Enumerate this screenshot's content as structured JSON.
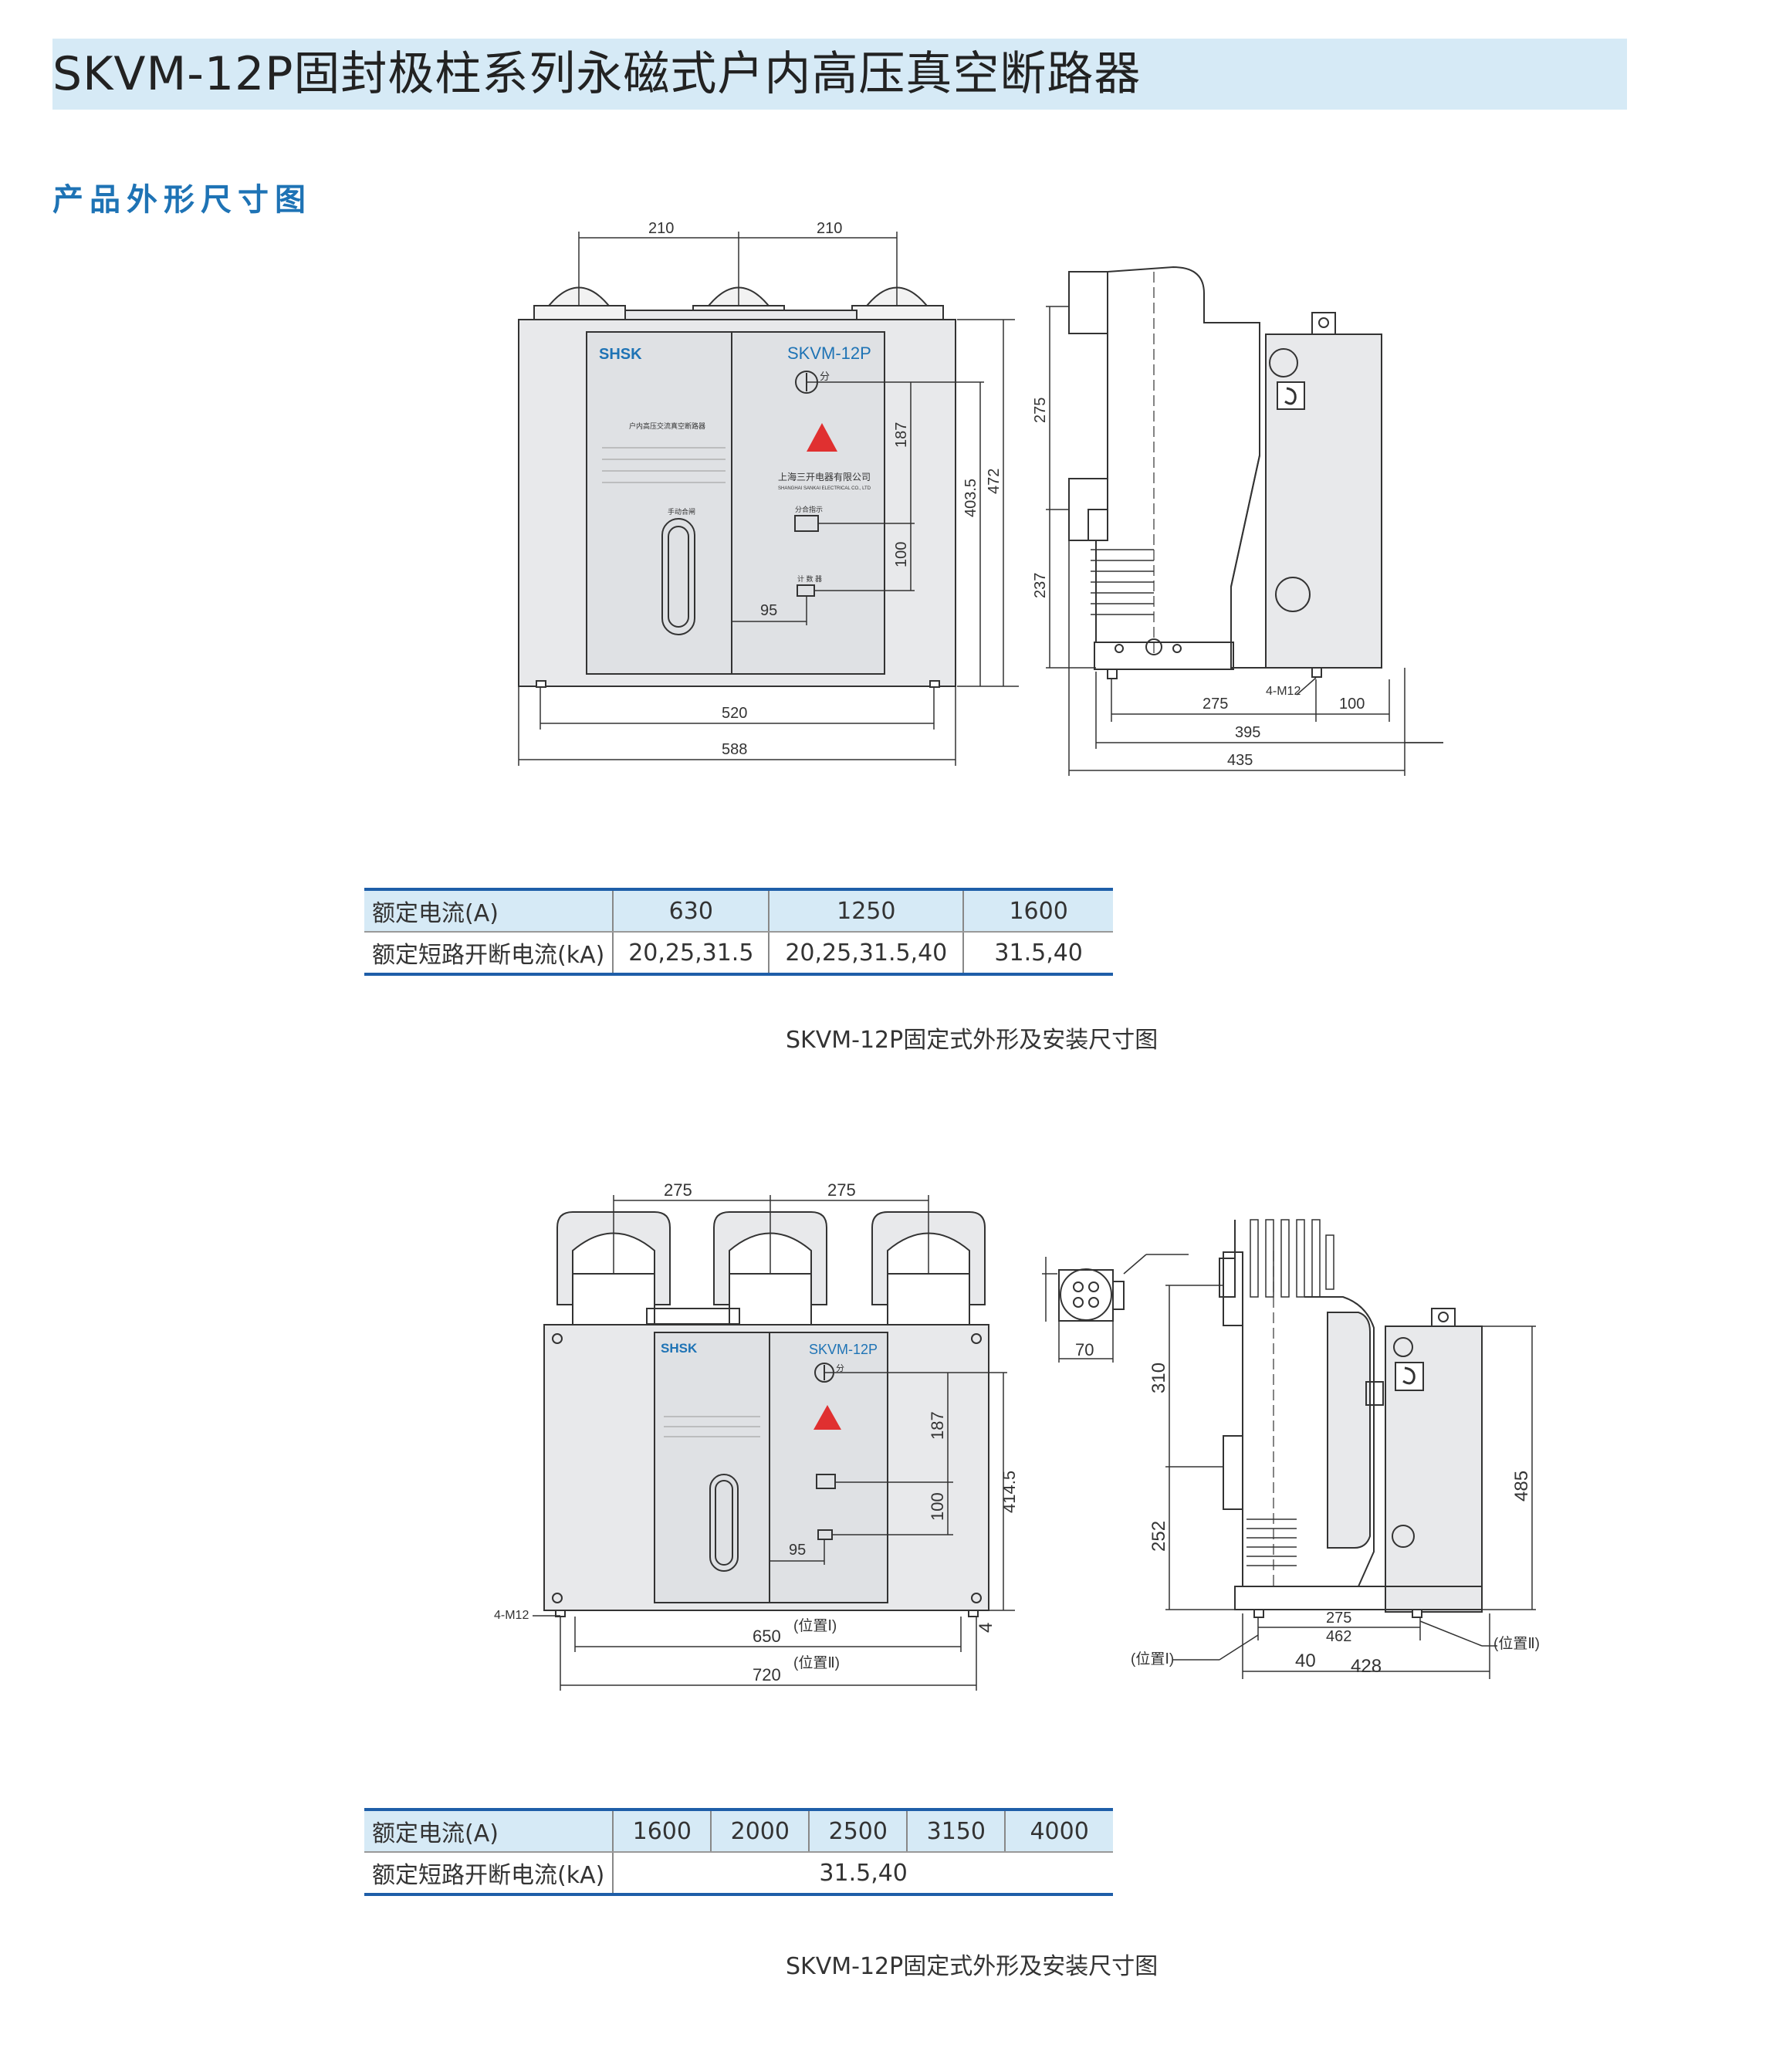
{
  "header": {
    "title": "SKVM-12P固封极柱系列永磁式户内高压真空断路器",
    "section": "产品外形尺寸图"
  },
  "figure1": {
    "brand": "SHSK",
    "model": "SKVM-12P",
    "open_mark": "分",
    "nameplate_title": "户内高压交流真空断路器",
    "company": "上海三开电器有限公司",
    "company_en": "SHANGHAI SANKAI ELECTRICAL CO., LTD",
    "manual_label": "手动合闸",
    "indicator_label": "分合指示",
    "counter_label": "计 数 器",
    "dims": {
      "top_left": "210",
      "top_right": "210",
      "h187": "187",
      "h100": "100",
      "w95": "95",
      "h403": "403.5",
      "h472": "472",
      "w520": "520",
      "w588": "588",
      "s275v": "275",
      "s237": "237",
      "s275h": "275",
      "s100": "100",
      "s395": "395",
      "s435": "435",
      "bolt": "4-M12"
    }
  },
  "table1": {
    "rows": [
      {
        "label": "额定电流(A)",
        "cells": [
          "630",
          "1250",
          "1600"
        ]
      },
      {
        "label": "额定短路开断电流(kA)",
        "cells": [
          "20,25,31.5",
          "20,25,31.5,40",
          "31.5,40"
        ]
      }
    ]
  },
  "caption1": "SKVM-12P固定式外形及安装尺寸图",
  "figure2": {
    "brand": "SHSK",
    "model": "SKVM-12P",
    "open_mark": "分",
    "dims": {
      "top_left": "275",
      "top_right": "275",
      "h187": "187",
      "h100": "100",
      "w95": "95",
      "h414": "414.5",
      "w650": "650",
      "w720": "720",
      "bolt": "4-M12",
      "pos1": "(位置Ⅰ)",
      "pos2": "(位置Ⅱ)",
      "h4": "4",
      "w70": "70",
      "s310": "310",
      "s252": "252",
      "s485": "485",
      "s275": "275",
      "s462": "462",
      "s40": "40",
      "s428": "428"
    }
  },
  "table2": {
    "head_label": "额定电流(A)",
    "head_cells": [
      "1600",
      "2000",
      "2500",
      "3150",
      "4000"
    ],
    "row_label": "额定短路开断电流(kA)",
    "row_value": "31.5,40"
  },
  "caption2": "SKVM-12P固定式外形及安装尺寸图",
  "colors": {
    "accent": "#1e73b5",
    "title_bg": "#d6eaf6",
    "table_rule": "#1e5ea8",
    "body_fill": "#e8e9eb",
    "panel_fill": "#dfe1e4",
    "warning": "#e03030"
  }
}
